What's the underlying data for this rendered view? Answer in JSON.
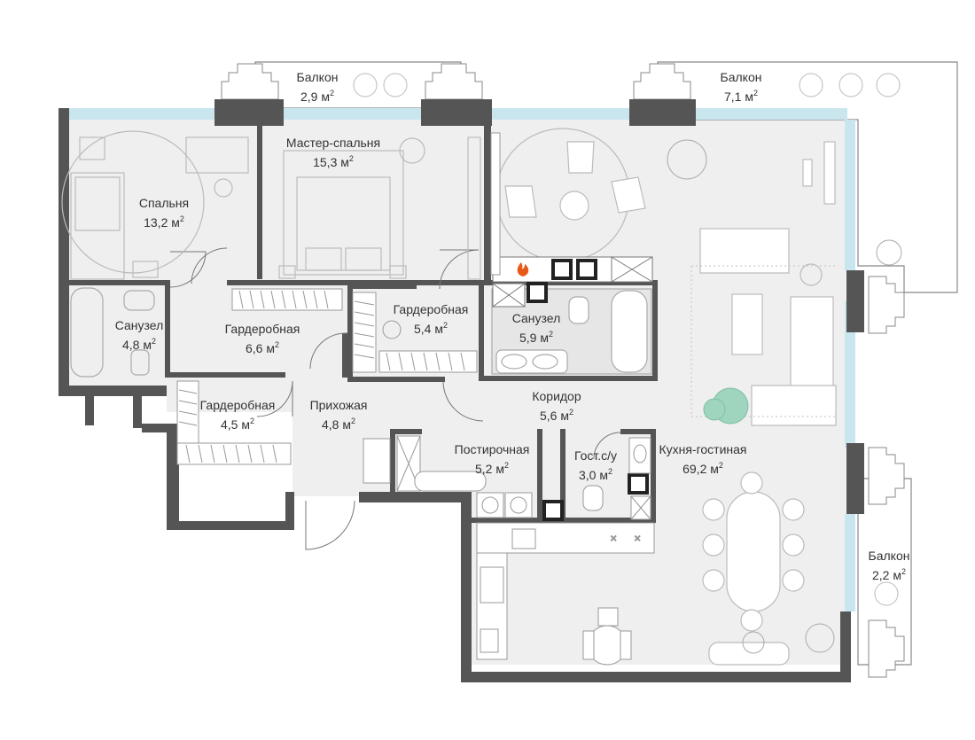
{
  "colors": {
    "wall": "#555555",
    "floor": "#efefef",
    "balcony_floor": "#ffffff",
    "glass": "#c9e6ef",
    "furniture": "#bbbbbb",
    "plant_accent": "#9fd4bf"
  },
  "icons": [
    "stove-flame-icon"
  ],
  "rooms": [
    {
      "id": "balcony-1",
      "name": "Балкон",
      "area": "2,9 м",
      "unit_sup": "2"
    },
    {
      "id": "balcony-2",
      "name": "Балкон",
      "area": "7,1 м",
      "unit_sup": "2"
    },
    {
      "id": "master-bedroom",
      "name": "Мастер-спальня",
      "area": "15,3 м",
      "unit_sup": "2"
    },
    {
      "id": "bedroom",
      "name": "Спальня",
      "area": "13,2 м",
      "unit_sup": "2"
    },
    {
      "id": "bathroom-1",
      "name": "Санузел",
      "area": "4,8 м",
      "unit_sup": "2"
    },
    {
      "id": "wardrobe-1",
      "name": "Гардеробная",
      "area": "6,6 м",
      "unit_sup": "2"
    },
    {
      "id": "wardrobe-2",
      "name": "Гардеробная",
      "area": "5,4 м",
      "unit_sup": "2"
    },
    {
      "id": "bathroom-2",
      "name": "Санузел",
      "area": "5,9 м",
      "unit_sup": "2"
    },
    {
      "id": "corridor",
      "name": "Коридор",
      "area": "5,6 м",
      "unit_sup": "2"
    },
    {
      "id": "wardrobe-3",
      "name": "Гардеробная",
      "area": "4,5 м",
      "unit_sup": "2"
    },
    {
      "id": "hallway",
      "name": "Прихожая",
      "area": "4,8 м",
      "unit_sup": "2"
    },
    {
      "id": "laundry",
      "name": "Постирочная",
      "area": "5,2 м",
      "unit_sup": "2"
    },
    {
      "id": "guest-wc",
      "name": "Гост.с/у",
      "area": "3,0 м",
      "unit_sup": "2"
    },
    {
      "id": "kitchen-living",
      "name": "Кухня-гостиная",
      "area": "69,2 м",
      "unit_sup": "2"
    },
    {
      "id": "balcony-3",
      "name": "Балкон",
      "area": "2,2 м",
      "unit_sup": "2"
    }
  ]
}
